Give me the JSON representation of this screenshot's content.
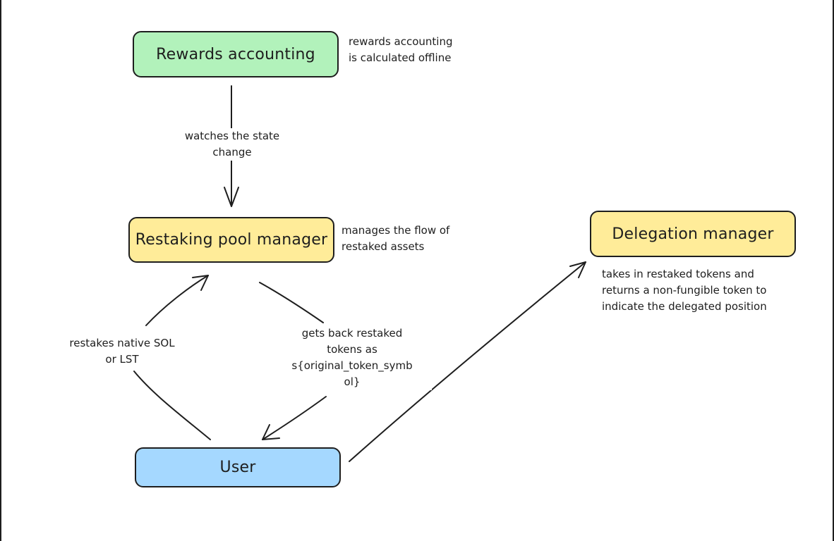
{
  "diagram": {
    "colors": {
      "rewards_fill": "#b2f2bb",
      "restaking_fill": "#ffec99",
      "delegation_fill": "#ffec99",
      "user_fill": "#a5d8ff",
      "stroke": "#1e1e1e"
    },
    "nodes": {
      "rewards": {
        "label": "Rewards accounting"
      },
      "restaking": {
        "label": "Restaking pool manager"
      },
      "delegation": {
        "label": "Delegation manager"
      },
      "user": {
        "label": "User"
      }
    },
    "notes": {
      "rewards": [
        "rewards accounting",
        "is calculated offline"
      ],
      "restaking": [
        "manages the flow of",
        "restaked assets"
      ],
      "delegation": [
        "takes in restaked tokens and",
        "returns a non-fungible token to",
        "indicate the delegated position"
      ]
    },
    "edges": {
      "watches": [
        "watches the state",
        "change"
      ],
      "restakes": [
        "restakes native SOL",
        "or LST"
      ],
      "getsback": [
        "gets back restaked",
        "tokens as",
        "s{original_token_symb",
        "ol}"
      ]
    }
  }
}
